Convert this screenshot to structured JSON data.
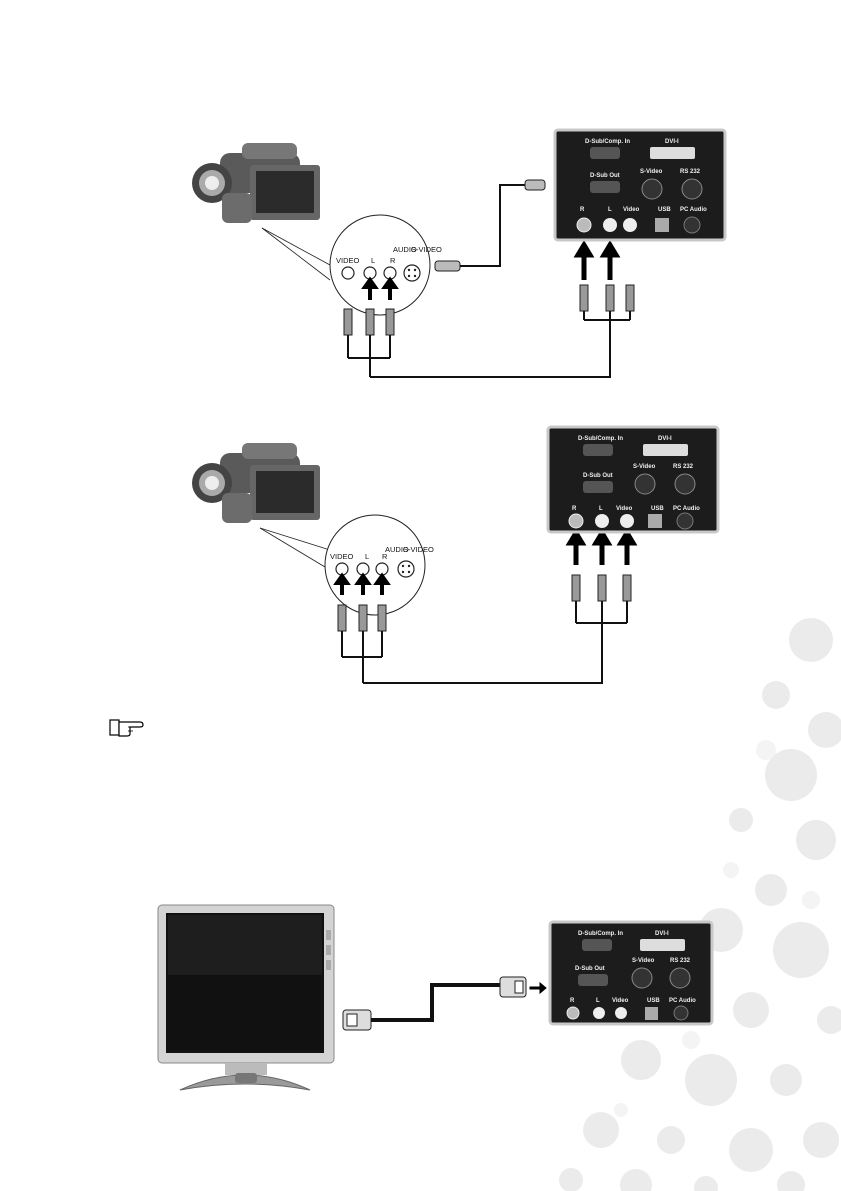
{
  "colors": {
    "panel": "#1c1c1c",
    "panel_edge": "#c8c8c8",
    "cable": "#111111",
    "arrow": "#000000"
  },
  "section1": {
    "camcorder_jacks": {
      "video": "VIDEO",
      "audio": "AUDIO",
      "l": "L",
      "r": "R",
      "svideo": "S-VIDEO"
    },
    "projector_panel": {
      "dsub_in": "D-Sub/Comp. In",
      "dvi": "DVI-I",
      "dsub_out": "D-Sub Out",
      "svideo": "S-Video",
      "rs232": "RS 232",
      "r": "R",
      "l": "L",
      "video": "Video",
      "usb": "USB",
      "pc_audio": "PC Audio"
    }
  },
  "section2": {
    "camcorder_jacks": {
      "video": "VIDEO",
      "audio": "AUDIO",
      "l": "L",
      "r": "R",
      "svideo": "S-VIDEO"
    },
    "projector_panel": {
      "dsub_in": "D-Sub/Comp. In",
      "dvi": "DVI-I",
      "dsub_out": "D-Sub Out",
      "svideo": "S-Video",
      "rs232": "RS 232",
      "r": "R",
      "l": "L",
      "video": "Video",
      "usb": "USB",
      "pc_audio": "PC Audio"
    }
  },
  "section3": {
    "projector_panel": {
      "dsub_in": "D-Sub/Comp. In",
      "dvi": "DVI-I",
      "dsub_out": "D-Sub Out",
      "svideo": "S-Video",
      "rs232": "RS 232",
      "r": "R",
      "l": "L",
      "video": "Video",
      "usb": "USB",
      "pc_audio": "PC Audio"
    }
  },
  "note_icon": "pointing-hand-icon"
}
